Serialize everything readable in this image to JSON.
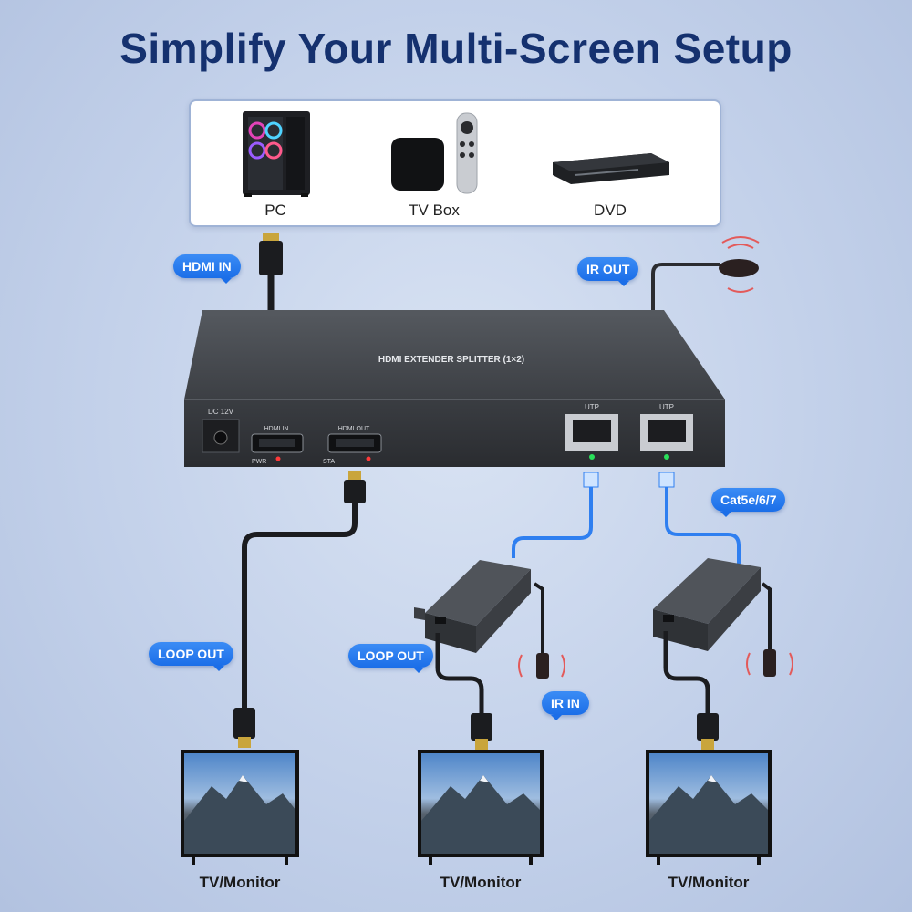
{
  "title": "Simplify Your Multi-Screen Setup",
  "sources": [
    {
      "label": "PC"
    },
    {
      "label": "TV Box"
    },
    {
      "label": "DVD"
    }
  ],
  "tags": {
    "hdmi_in": "HDMI IN",
    "ir_out": "IR OUT",
    "cat5e": "Cat5e/6/7",
    "loop_out_1": "LOOP OUT",
    "loop_out_2": "LOOP OUT",
    "ir_in": "IR IN"
  },
  "device": {
    "name": "HDMI EXTENDER SPLITTER (1×2)",
    "dc_label": "DC 12V",
    "hdmi_in_port": "HDMI IN",
    "hdmi_out_port": "HDMI OUT",
    "pwr_label": "PWR",
    "sta_label": "STA",
    "utp_1": "UTP",
    "utp_2": "UTP"
  },
  "tvs": [
    {
      "label": "TV/Monitor"
    },
    {
      "label": "TV/Monitor"
    },
    {
      "label": "TV/Monitor"
    }
  ],
  "colors": {
    "title": "#15316f",
    "tag_bg": "#1b6ee8",
    "cable_blue": "#2f7ff0",
    "device_body": "#3a3d42"
  }
}
